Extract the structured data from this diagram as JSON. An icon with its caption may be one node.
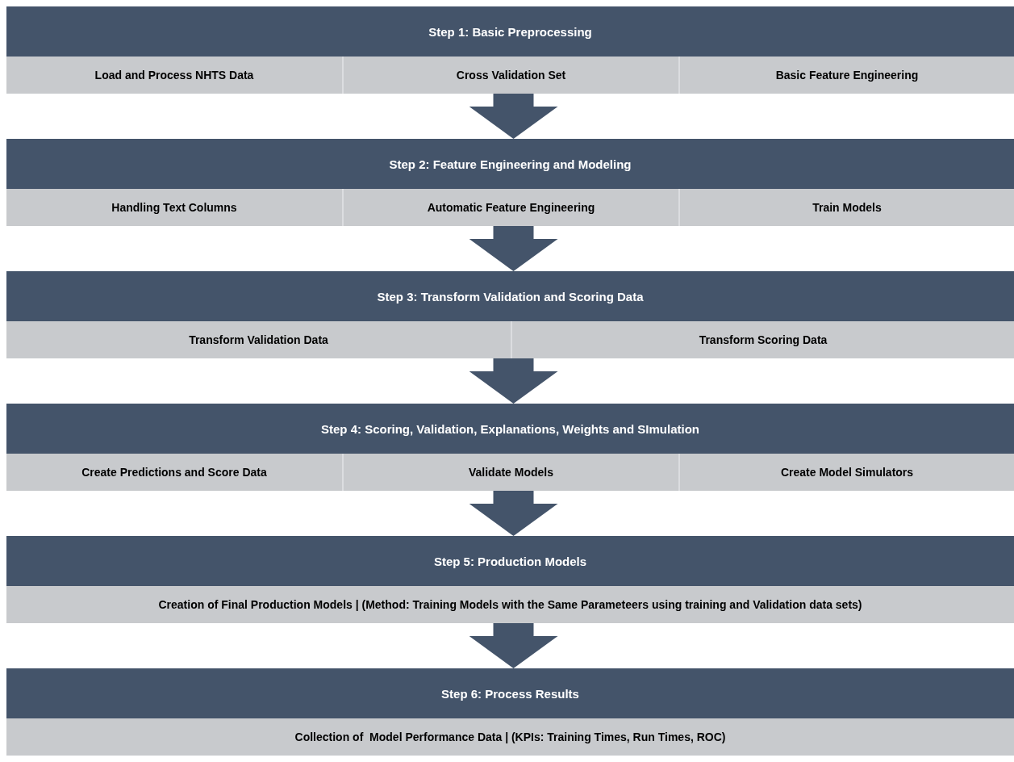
{
  "diagram": {
    "nodes": [
      {
        "text": [
          "Step 1: Basic Preprocessing"
        ]
      },
      {
        "text": [
          "Load and Process NHTS Data"
        ],
        "in": 0
      },
      {
        "text": [
          "Cross Validation Set"
        ],
        "in": 0
      },
      {
        "text": [
          "Basic Feature Engineering"
        ],
        "in": 0
      },
      {
        "text": [
          "Step 2: Feature Engineering and Modeling"
        ]
      },
      {
        "text": [
          "Handling Text Columns"
        ],
        "in": 4
      },
      {
        "text": [
          "Automatic Feature Engineering"
        ],
        "in": 4
      },
      {
        "text": [
          "Train Models"
        ],
        "in": 4
      },
      {
        "text": [
          "Step 3: Transform Validation and Scoring Data"
        ]
      },
      {
        "text": [
          "Transform Validation Data"
        ],
        "in": 8
      },
      {
        "text": [
          "Transform Scoring Data"
        ],
        "in": 8
      },
      {
        "text": [
          "Step 4: Scoring, Validation, Explanations, Weights and SImulation"
        ]
      },
      {
        "text": [
          "Create Predictions and Score Data"
        ],
        "in": 11
      },
      {
        "text": [
          "Validate Models"
        ],
        "in": 11
      },
      {
        "text": [
          "Create Model Simulators"
        ],
        "in": 11
      },
      {
        "text": [
          "Step 5: Production Models"
        ]
      },
      {
        "text": [
          "Creation of Final Production Models | (Method: Training Models with the Same Parameteers using training and Validation data sets)"
        ],
        "in": 15
      },
      {
        "text": [
          "Step 6: Process Results"
        ]
      },
      {
        "text": [
          "Collection of  Model Performance Data | (KPIs: Training Times, Run Times, ROC)"
        ],
        "in": 17
      }
    ],
    "edges": [
      {
        "from": 0,
        "to": 4,
        "arrow": "to"
      },
      {
        "from": 4,
        "to": 8,
        "arrow": "to"
      },
      {
        "from": 8,
        "to": 11,
        "arrow": "to"
      },
      {
        "from": 11,
        "to": 15,
        "arrow": "to"
      },
      {
        "from": 15,
        "to": 17,
        "arrow": "to"
      }
    ]
  }
}
